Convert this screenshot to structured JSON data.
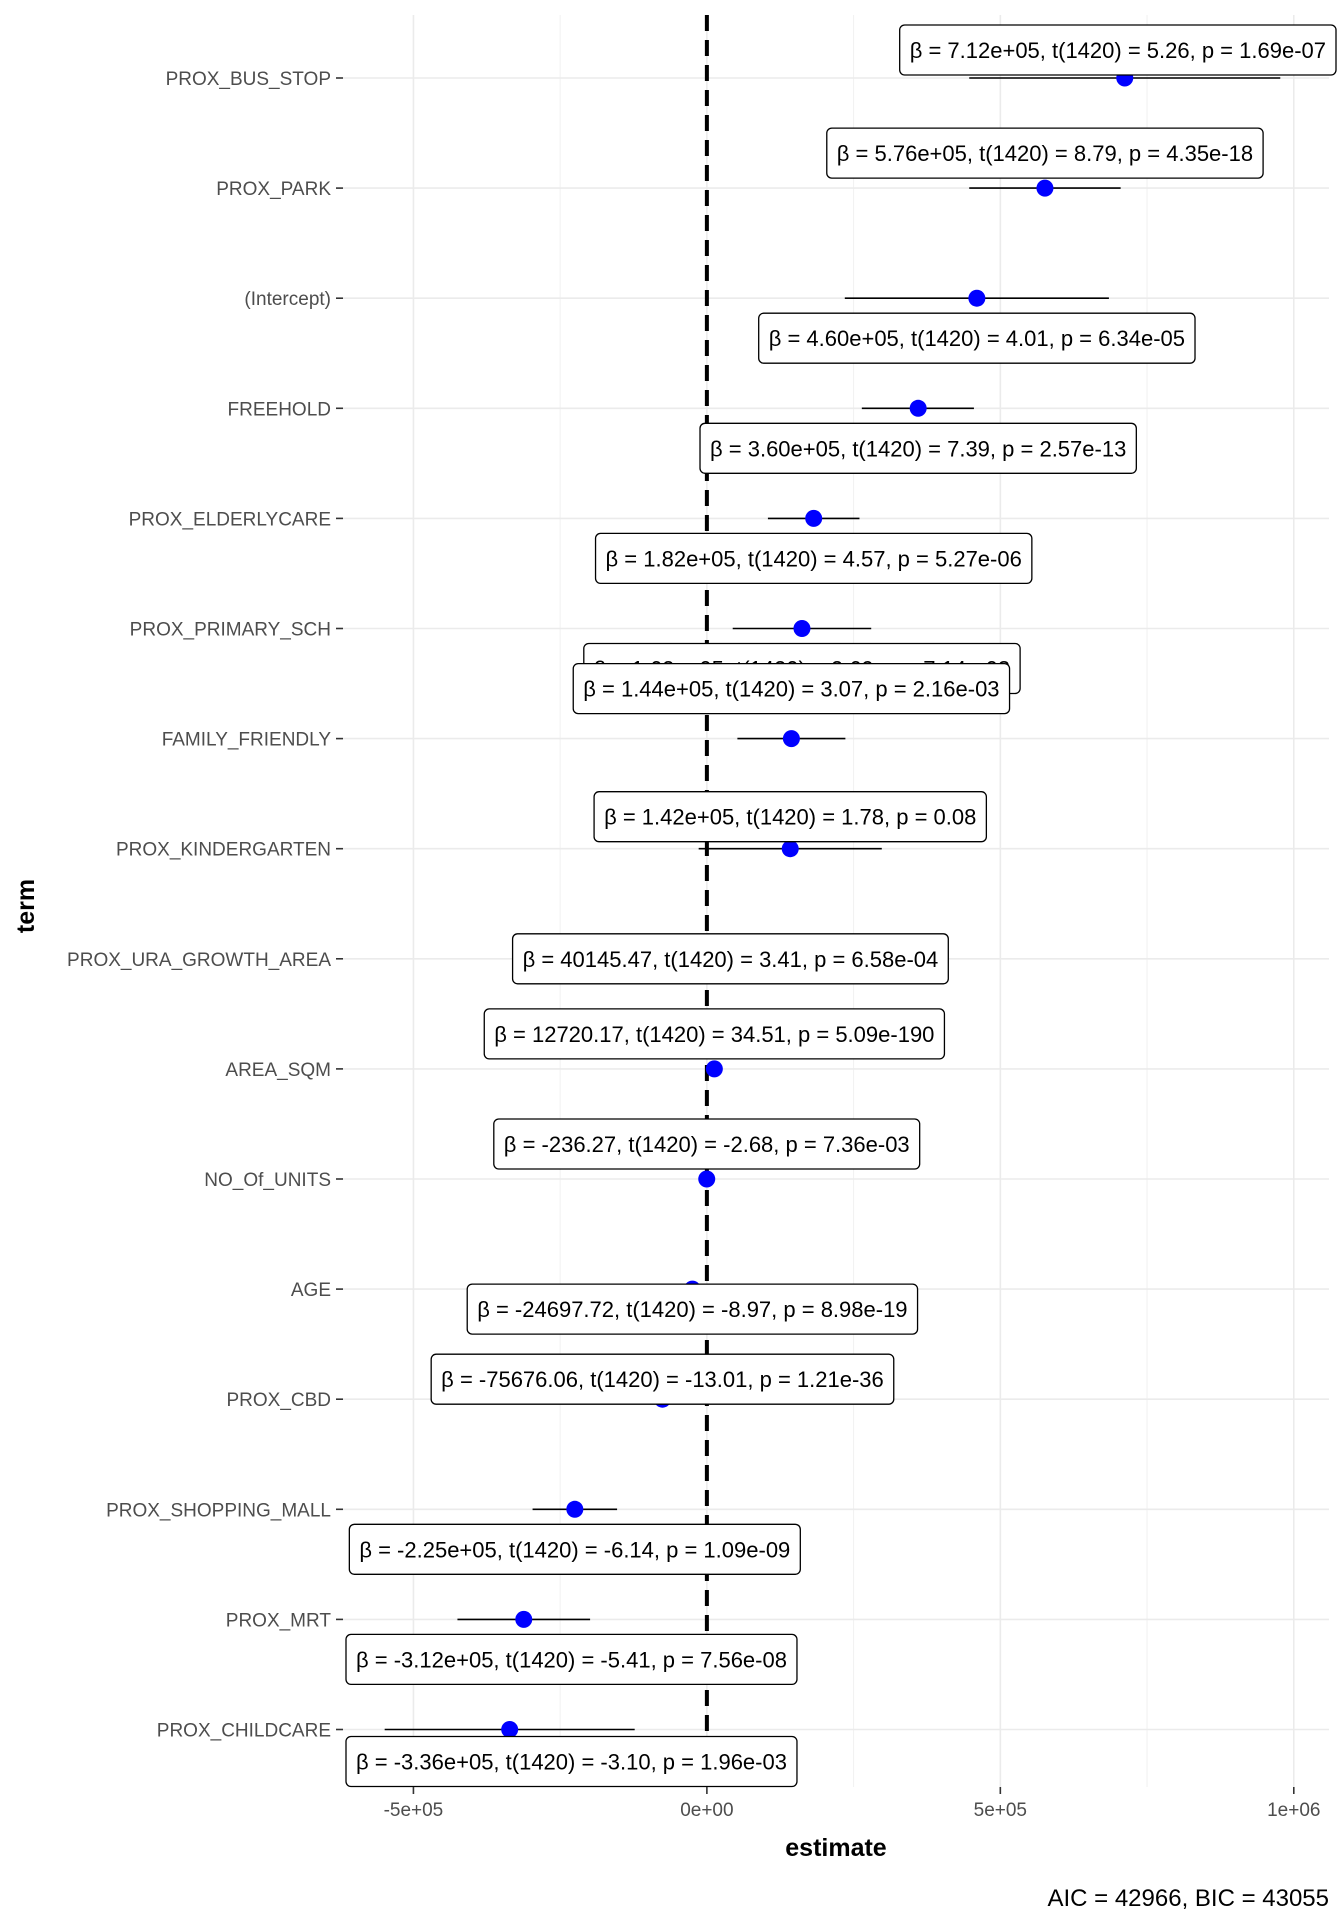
{
  "chart_data": {
    "type": "coefficient-plot",
    "xlabel": "estimate",
    "ylabel": "term",
    "xlim": [
      -620000,
      1060000
    ],
    "x_ticks": [
      {
        "value": -500000,
        "label": "-5e+05"
      },
      {
        "value": 0,
        "label": "0e+00"
      },
      {
        "value": 500000,
        "label": "5e+05"
      },
      {
        "value": 1000000,
        "label": "1e+06"
      }
    ],
    "reference_line": 0,
    "point_color": "#0000FF",
    "grid": true,
    "caption": "AIC = 42966, BIC = 43055",
    "terms": [
      {
        "term": "PROX_BUS_STOP",
        "estimate": 712000,
        "ci_low": 447000,
        "ci_high": 977000,
        "label": "β = 7.12e+05, t(1420) = 5.26, p = 1.69e-07"
      },
      {
        "term": "PROX_PARK",
        "estimate": 576000,
        "ci_low": 447000,
        "ci_high": 705000,
        "label": "β = 5.76e+05, t(1420) = 8.79, p = 4.35e-18"
      },
      {
        "term": "(Intercept)",
        "estimate": 460000,
        "ci_low": 235000,
        "ci_high": 685000,
        "label": "β = 4.60e+05, t(1420) = 4.01, p = 6.34e-05"
      },
      {
        "term": "FREEHOLD",
        "estimate": 360000,
        "ci_low": 264000,
        "ci_high": 455000,
        "label": "β = 3.60e+05, t(1420) = 7.39, p = 2.57e-13"
      },
      {
        "term": "PROX_ELDERLYCARE",
        "estimate": 182000,
        "ci_low": 104000,
        "ci_high": 260000,
        "label": "β = 1.82e+05, t(1420) = 4.57, p = 5.27e-06"
      },
      {
        "term": "PROX_PRIMARY_SCH",
        "estimate": 162000,
        "ci_low": 44000,
        "ci_high": 280000,
        "label": "β = 1.62e+05, t(1420) = 2.69, p = 7.14e-03"
      },
      {
        "term": "FAMILY_FRIENDLY",
        "estimate": 144000,
        "ci_low": 52000,
        "ci_high": 236000,
        "label": "β = 1.44e+05, t(1420) = 3.07, p = 2.16e-03"
      },
      {
        "term": "PROX_KINDERGARTEN",
        "estimate": 142000,
        "ci_low": -14000,
        "ci_high": 298000,
        "label": "β = 1.42e+05, t(1420) = 1.78, p = 0.08"
      },
      {
        "term": "PROX_URA_GROWTH_AREA",
        "estimate": 40145.47,
        "ci_low": 17000,
        "ci_high": 63000,
        "label": "β = 40145.47, t(1420) = 3.41, p = 6.58e-04"
      },
      {
        "term": "AREA_SQM",
        "estimate": 12720.17,
        "ci_low": 12000,
        "ci_high": 13400,
        "label": "β = 12720.17, t(1420) = 34.51, p = 5.09e-190"
      },
      {
        "term": "NO_Of_UNITS",
        "estimate": -236.27,
        "ci_low": -409,
        "ci_high": -63,
        "label": "β = -236.27, t(1420) = -2.68, p = 7.36e-03"
      },
      {
        "term": "AGE",
        "estimate": -24697.72,
        "ci_low": -30100,
        "ci_high": -19300,
        "label": "β = -24697.72, t(1420) = -8.97, p = 8.98e-19"
      },
      {
        "term": "PROX_CBD",
        "estimate": -75676.06,
        "ci_low": -87100,
        "ci_high": -64300,
        "label": "β = -75676.06, t(1420) = -13.01, p = 1.21e-36"
      },
      {
        "term": "PROX_SHOPPING_MALL",
        "estimate": -225000,
        "ci_low": -297000,
        "ci_high": -153000,
        "label": "β = -2.25e+05, t(1420) = -6.14, p = 1.09e-09"
      },
      {
        "term": "PROX_MRT",
        "estimate": -312000,
        "ci_low": -425000,
        "ci_high": -199000,
        "label": "β = -3.12e+05, t(1420) = -5.41, p = 7.56e-08"
      },
      {
        "term": "PROX_CHILDCARE",
        "estimate": -336000,
        "ci_low": -549000,
        "ci_high": -123000,
        "label": "β = -3.36e+05, t(1420) = -3.10, p = 1.96e-03"
      }
    ]
  }
}
